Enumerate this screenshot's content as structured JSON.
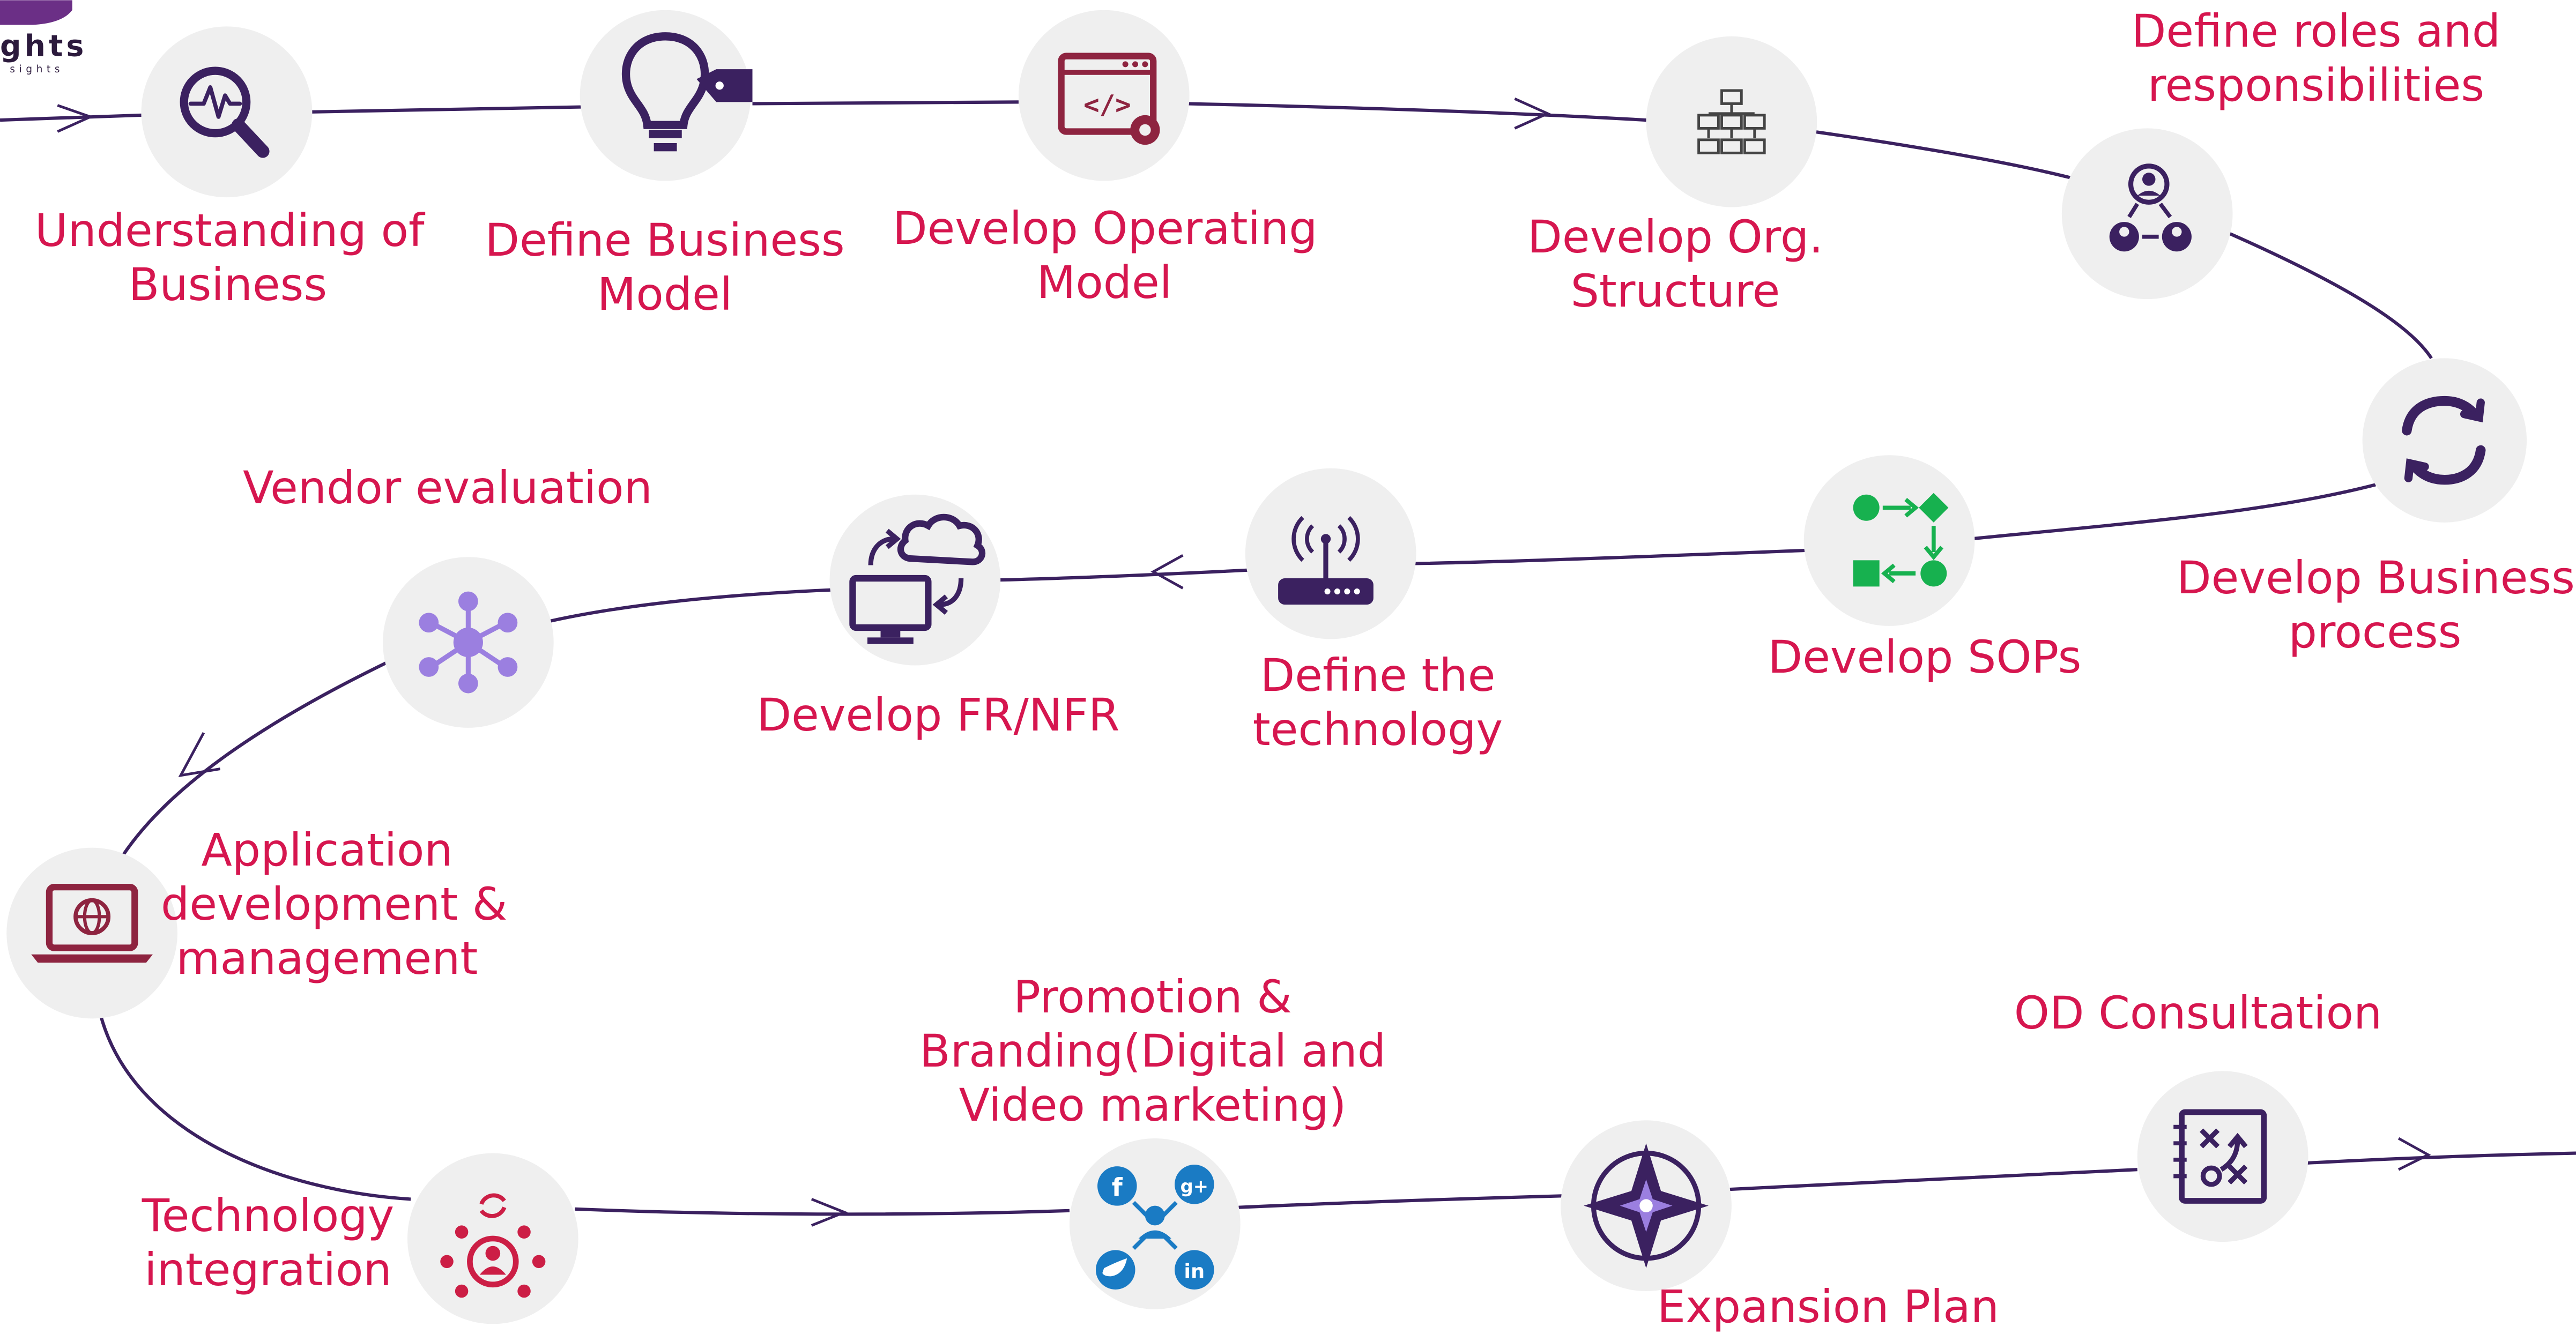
{
  "logo": {
    "word": "ghts",
    "tagline": "sights",
    "brand_color": "#6b2f86"
  },
  "colors": {
    "path": "#3b2160",
    "label": "#d6164f",
    "icon_bg": "#efefef",
    "icon_purple": "#3b2160",
    "icon_lilac": "#9b7fe0",
    "icon_maroon": "#8e2440",
    "icon_green": "#17b14f",
    "icon_red": "#cc1e45",
    "icon_blue": "#1a7bc4"
  },
  "steps": [
    {
      "id": "understanding",
      "icon": "analytics-magnifier-icon",
      "lines": [
        "Understanding of",
        "Business"
      ]
    },
    {
      "id": "business-model",
      "icon": "lightbulb-tag-icon",
      "lines": [
        "Define Business",
        "Model"
      ]
    },
    {
      "id": "operating-model",
      "icon": "code-window-gear-icon",
      "lines": [
        "Develop Operating",
        "Model"
      ]
    },
    {
      "id": "org-structure",
      "icon": "org-chart-icon",
      "lines": [
        "Develop Org.",
        "Structure"
      ]
    },
    {
      "id": "roles",
      "icon": "people-network-icon",
      "lines": [
        "Define roles and",
        "responsibilities"
      ]
    },
    {
      "id": "business-process",
      "icon": "refresh-arrows-icon",
      "lines": [
        "Develop Business",
        "process"
      ]
    },
    {
      "id": "sops",
      "icon": "flowchart-icon",
      "lines": [
        "Develop SOPs"
      ]
    },
    {
      "id": "technology",
      "icon": "router-icon",
      "lines": [
        "Define the",
        "technology"
      ]
    },
    {
      "id": "fr-nfr",
      "icon": "cloud-sync-monitor-icon",
      "lines": [
        "Develop FR/NFR"
      ]
    },
    {
      "id": "vendor",
      "icon": "hub-network-icon",
      "lines": [
        "Vendor evaluation"
      ]
    },
    {
      "id": "application",
      "icon": "laptop-globe-icon",
      "lines": [
        "Application",
        "development &",
        "management"
      ]
    },
    {
      "id": "integration",
      "icon": "user-cycle-icon",
      "lines": [
        "Technology",
        "integration"
      ]
    },
    {
      "id": "promotion",
      "icon": "social-media-icon",
      "lines": [
        "Promotion &",
        "Branding(Digital and",
        "Video marketing)"
      ]
    },
    {
      "id": "expansion",
      "icon": "compass-star-icon",
      "lines": [
        "Expansion Plan"
      ]
    },
    {
      "id": "od",
      "icon": "strategy-board-icon",
      "lines": [
        "OD Consultation"
      ]
    }
  ]
}
